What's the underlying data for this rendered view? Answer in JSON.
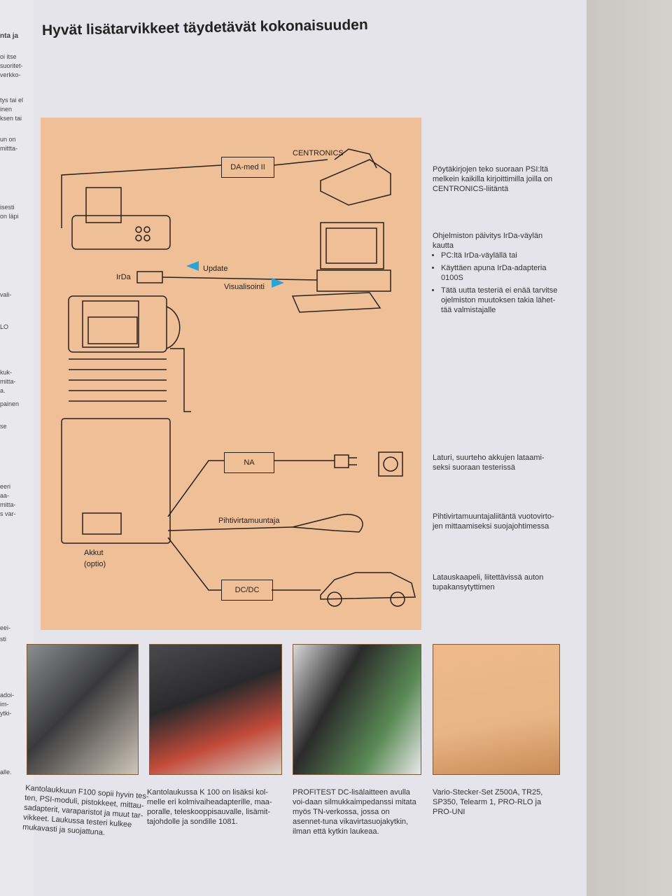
{
  "left_fragments": [
    "nta ja",
    "oi itse",
    "suoritet-",
    "verkko-",
    "tys tai el",
    "inen",
    "ksen tai",
    "un on",
    "mittta-",
    "isesti",
    "on läpi",
    "vali-",
    "LO",
    "kuk-",
    "mitta-",
    "a.",
    "painen",
    "se",
    "eeri",
    "aa-",
    "mitta-",
    "s var-",
    "eei-",
    "sti",
    "adoi-",
    "im-",
    "ytki-",
    "alle."
  ],
  "title": "Hyvät lisätarvikkeet täydetävät kokonaisuuden",
  "diagram": {
    "da_med": "DA-med II",
    "centronics": "CENTRONICS",
    "irda": "IrDa",
    "update": "Update",
    "visualisointi": "Visualisointi",
    "na": "NA",
    "pihti": "Pihtivirtamuuntaja",
    "dcdc": "DC/DC",
    "akkut": "Akkut",
    "optio": "(optio)"
  },
  "side": {
    "printer": "Pöytäkirjojen teko suoraan PSI:ltä melkein kaikilla kirjoittimilla joilla on CENTRONICS-liitäntä",
    "update_intro": "Ohjelmiston päivitys IrDa-väylän kautta",
    "update_items": [
      "PC:ltä IrDa-väylällä tai",
      "Käyttäen apuna IrDa-adapteria 0100S",
      "Tätä uutta testeriä ei enää tarvitse ojelmiston muutoksen takia lähet-tää valmistajalle"
    ],
    "charger": "Laturi, suurteho akkujen lataami-seksi suoraan testerissä",
    "clamp": "Pihtivirtamuuntajaliitäntä vuotovirto-jen mittaamiseksi suojajohtimessa",
    "car": "Latauskaapeli, liitettävissä auton tupakansytyttimen"
  },
  "captions": [
    "Kantolaukkuun F100 sopii hyvin tes-ten, PSI-moduli, pistokkeet, mittau-sadapterit, varaparistot ja muut tar-vikkeet. Laukussa testeri kulkee mukavasti ja suojattuna.",
    "Kantolaukussa K 100 on lisäksi kol-melle eri kolmivaiheadapterille, maa-poralle, teleskooppisauvalle, lisämit-tajohdolle ja sondille 1081.",
    "PROFITEST DC-lisälaitteen avulla voi-daan silmukkaimpedanssi mitata myös TN-verkossa, jossa on asennet-tuna vikavirtasuojakytkin, ilman että kytkin laukeaa.",
    "Vario-Stecker-Set Z500A, TR25, SP350, Telearm 1, PRO-RLO ja PRO-UNI"
  ],
  "colors": {
    "diagram_bg": "#efbf98",
    "page_bg": "#e4e4ea",
    "arrow": "#2aa3d8"
  }
}
